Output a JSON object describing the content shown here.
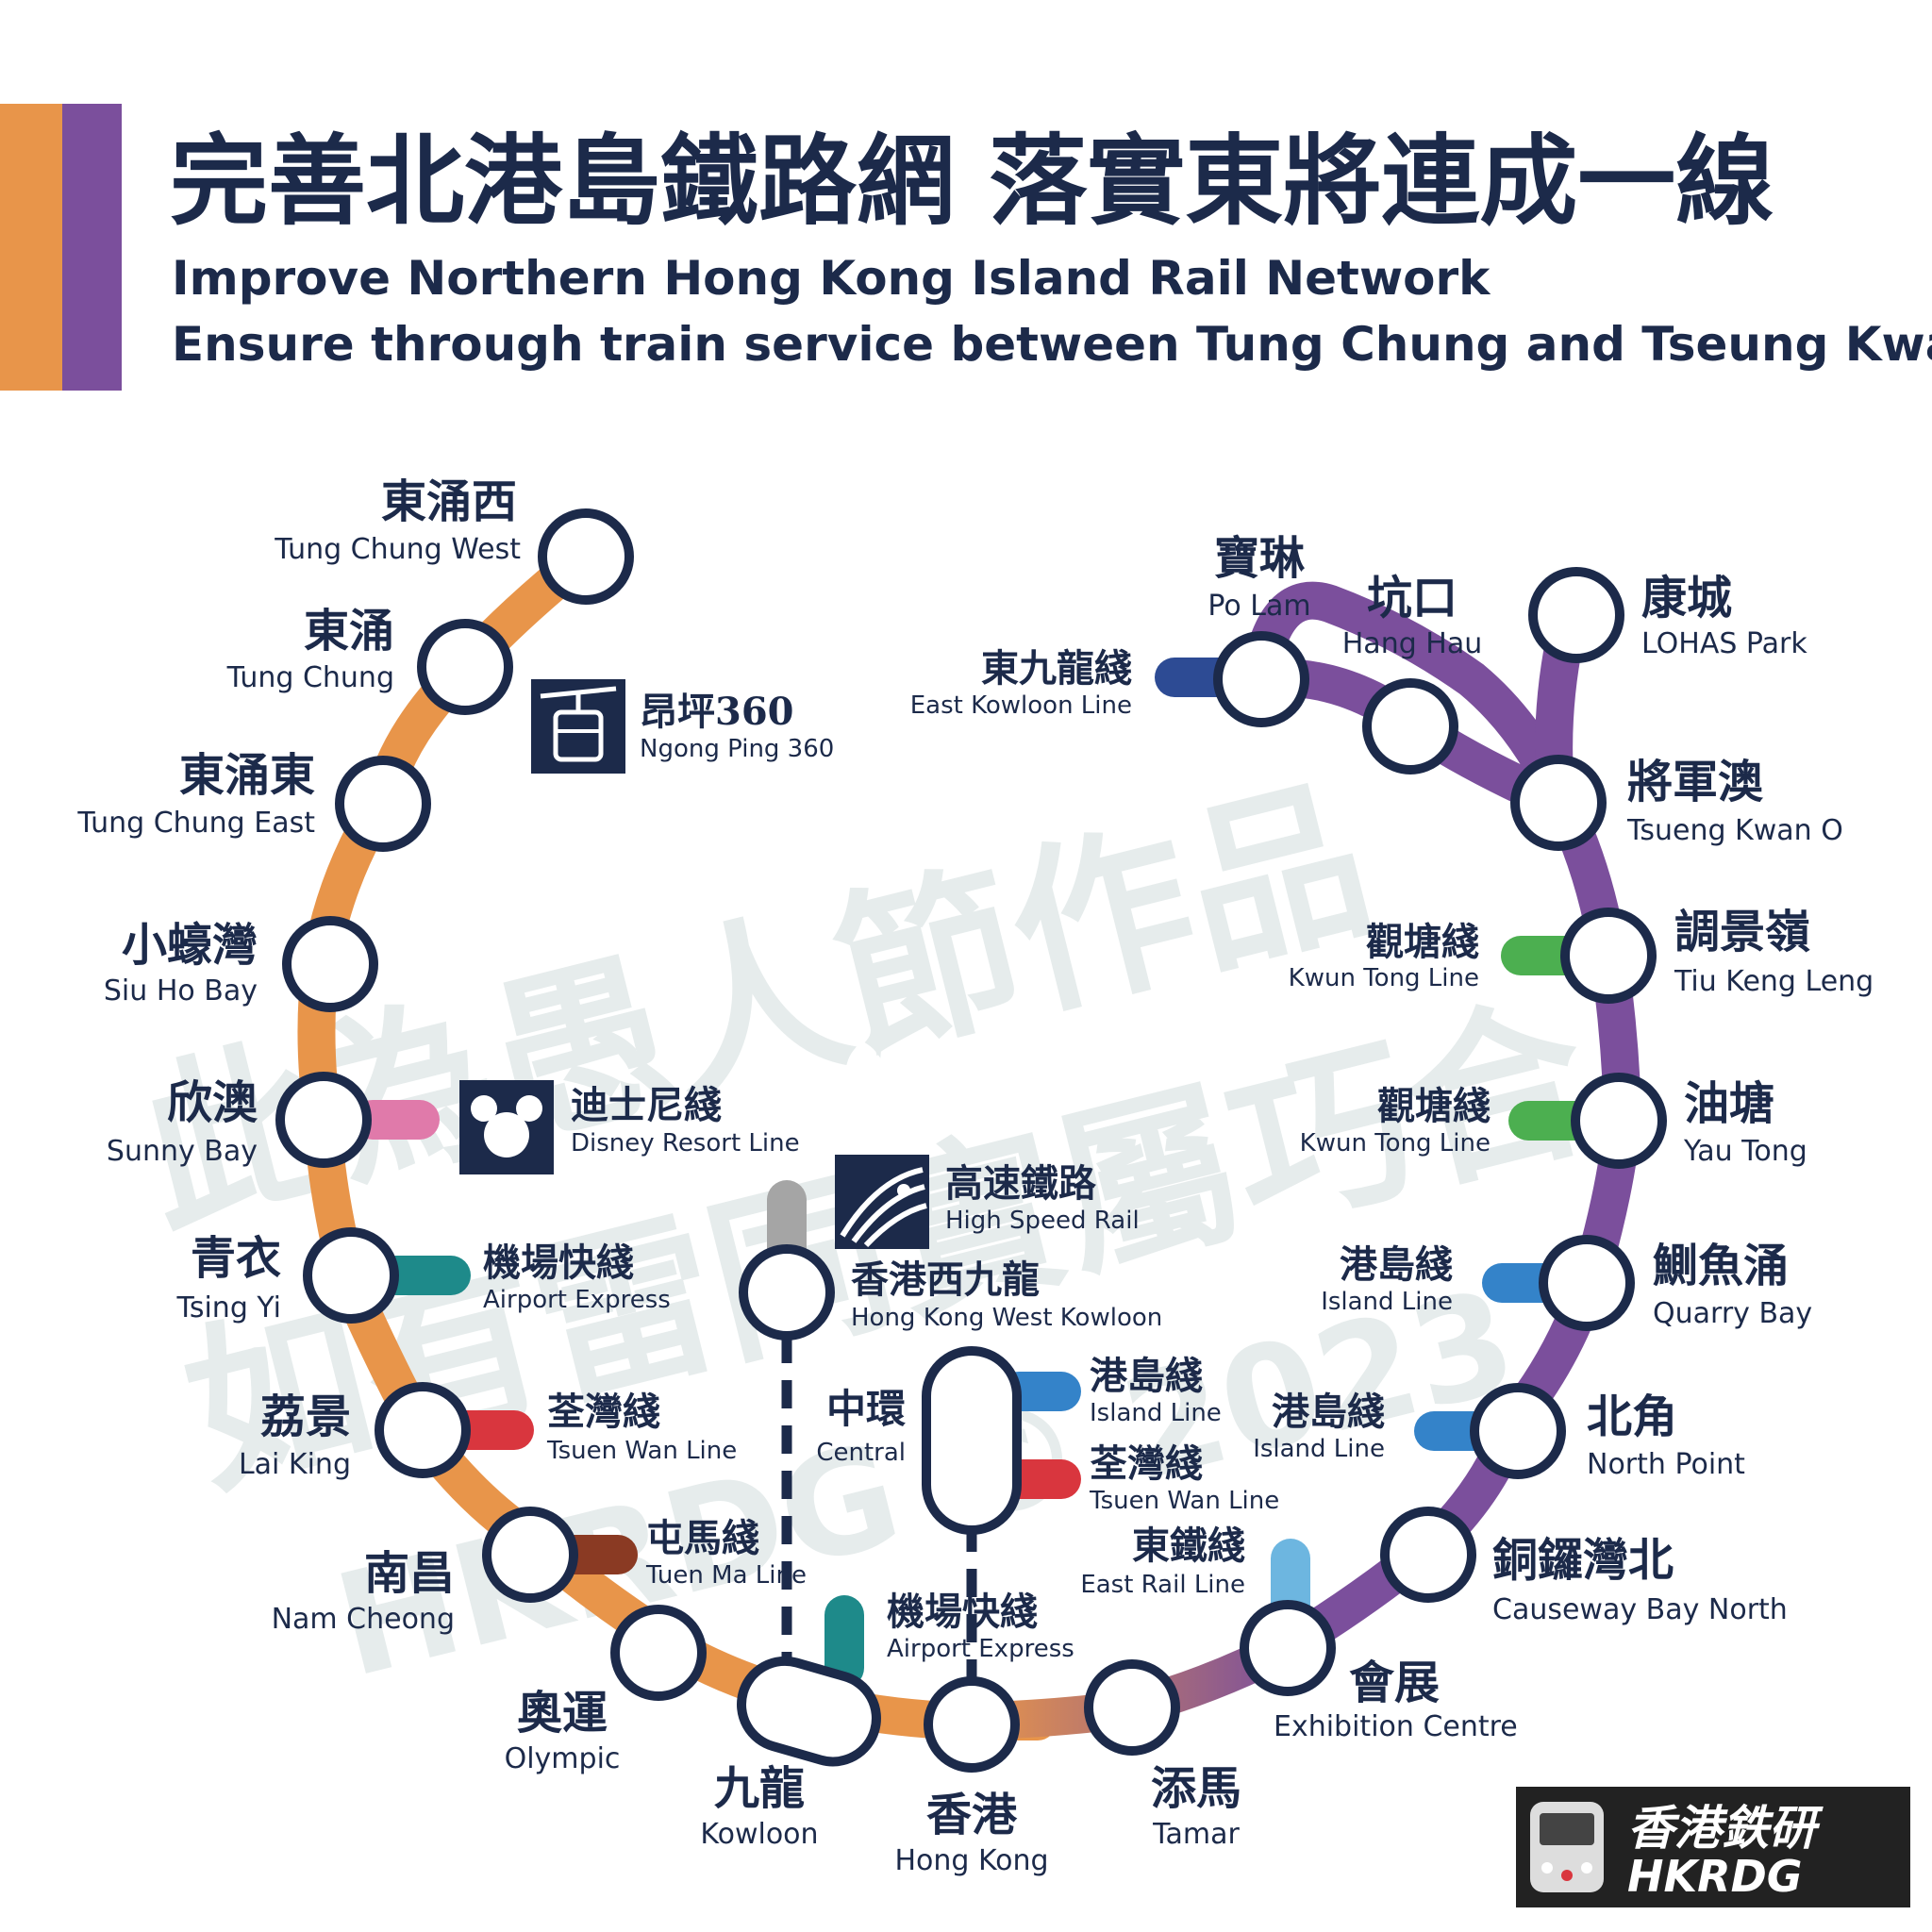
{
  "header": {
    "title_zh": "完善北港島鐵路網 落實東將連成一線",
    "title_en_1": "Improve Northern Hong Kong Island Rail Network",
    "title_en_2": "Ensure through train service between Tung Chung and Tseung Kwan O"
  },
  "watermark": {
    "line1": "此為愚人節作品",
    "line2": "如有雷同實屬巧合",
    "line3": "HKRDG © 2023"
  },
  "colors": {
    "orange_line": "#e8954a",
    "purple_line": "#7b4f9c",
    "navy": "#1c2a4a",
    "disney": "#e07aaa",
    "airport_express": "#1e8a8a",
    "tsuen_wan": "#d9363e",
    "tuen_ma": "#8a3a23",
    "island": "#3483c9",
    "east_kowloon": "#2d4b94",
    "kwun_tong": "#4caf50",
    "east_rail": "#6db6e0",
    "high_speed_rail": "#a5a5a5"
  },
  "stations": {
    "tung_chung_west": {
      "zh": "東涌西",
      "en": "Tung Chung West"
    },
    "tung_chung": {
      "zh": "東涌",
      "en": "Tung Chung"
    },
    "tung_chung_east": {
      "zh": "東涌東",
      "en": "Tung Chung East"
    },
    "siu_ho_bay": {
      "zh": "小蠔灣",
      "en": "Siu Ho Bay"
    },
    "sunny_bay": {
      "zh": "欣澳",
      "en": "Sunny Bay"
    },
    "tsing_yi": {
      "zh": "青衣",
      "en": "Tsing Yi"
    },
    "lai_king": {
      "zh": "荔景",
      "en": "Lai King"
    },
    "nam_cheong": {
      "zh": "南昌",
      "en": "Nam Cheong"
    },
    "olympic": {
      "zh": "奧運",
      "en": "Olympic"
    },
    "kowloon": {
      "zh": "九龍",
      "en": "Kowloon"
    },
    "hong_kong": {
      "zh": "香港",
      "en": "Hong Kong"
    },
    "tamar": {
      "zh": "添馬",
      "en": "Tamar"
    },
    "exhibition_centre": {
      "zh": "會展",
      "en": "Exhibition Centre"
    },
    "causeway_bay_north": {
      "zh": "銅鑼灣北",
      "en": "Causeway Bay North"
    },
    "north_point": {
      "zh": "北角",
      "en": "North Point"
    },
    "quarry_bay": {
      "zh": "鰂魚涌",
      "en": "Quarry Bay"
    },
    "yau_tong": {
      "zh": "油塘",
      "en": "Yau Tong"
    },
    "tiu_keng_leng": {
      "zh": "調景嶺",
      "en": "Tiu Keng Leng"
    },
    "tseung_kwan_o": {
      "zh": "將軍澳",
      "en": "Tsueng Kwan O"
    },
    "lohas_park": {
      "zh": "康城",
      "en": "LOHAS Park"
    },
    "hang_hau": {
      "zh": "坑口",
      "en": "Hang Hau"
    },
    "po_lam": {
      "zh": "寶琳",
      "en": "Po Lam"
    },
    "hk_west_kowloon": {
      "zh": "香港西九龍",
      "en": "Hong Kong West Kowloon"
    },
    "central": {
      "zh": "中環",
      "en": "Central"
    }
  },
  "interchanges": {
    "ngong_ping": {
      "zh": "昂坪360",
      "en": "Ngong Ping 360"
    },
    "disney": {
      "zh": "迪士尼綫",
      "en": "Disney Resort Line"
    },
    "airport_tsing_yi": {
      "zh": "機場快綫",
      "en": "Airport Express"
    },
    "tsuen_wan_lai_king": {
      "zh": "荃灣綫",
      "en": "Tsuen Wan Line"
    },
    "tuen_ma": {
      "zh": "屯馬綫",
      "en": "Tuen Ma Line"
    },
    "high_speed_rail": {
      "zh": "高速鐵路",
      "en": "High Speed Rail"
    },
    "island_central": {
      "zh": "港島綫",
      "en": "Island Line"
    },
    "tsuen_wan_central": {
      "zh": "荃灣綫",
      "en": "Tsuen Wan Line"
    },
    "airport_hong_kong": {
      "zh": "機場快綫",
      "en": "Airport Express"
    },
    "east_rail": {
      "zh": "東鐵綫",
      "en": "East Rail Line"
    },
    "island_north_point": {
      "zh": "港島綫",
      "en": "Island Line"
    },
    "island_quarry_bay": {
      "zh": "港島綫",
      "en": "Island Line"
    },
    "kwun_tong_yau_tong": {
      "zh": "觀塘綫",
      "en": "Kwun Tong Line"
    },
    "kwun_tong_tkl": {
      "zh": "觀塘綫",
      "en": "Kwun Tong Line"
    },
    "east_kowloon": {
      "zh": "東九龍綫",
      "en": "East Kowloon Line"
    }
  },
  "logo": {
    "zh": "香港鉄研",
    "en": "HKRDG"
  }
}
